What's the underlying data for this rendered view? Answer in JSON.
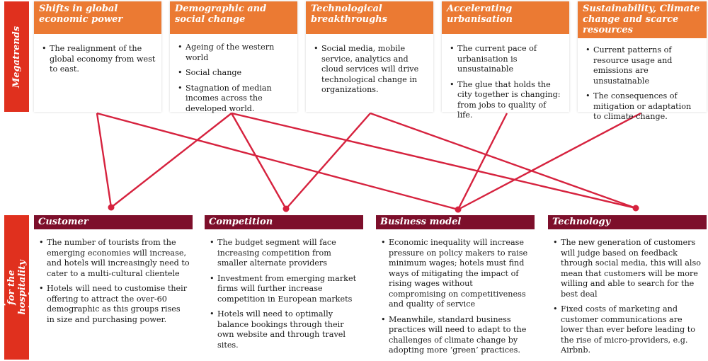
{
  "megatrends_label": "Megatrends",
  "implications_label": "Implications for the hospitality industry",
  "megatrends": [
    {
      "title": "Shifts in global economic power",
      "bullets": [
        "The realignment of the global economy from west to east."
      ]
    },
    {
      "title": "Demographic and social change",
      "bullets": [
        "Ageing of the western world",
        "Social change",
        "Stagnation of median incomes across the developed world."
      ]
    },
    {
      "title": "Technological breakthroughs",
      "bullets": [
        "Social media, mobile service, analytics and cloud services will drive technological change in organizations."
      ]
    },
    {
      "title": "Accelerating urbanisation",
      "bullets": [
        "The current pace of urbanisation is unsustainable",
        "The glue that holds the city together is changing: from jobs to quality of life."
      ]
    },
    {
      "title": "Sustainability, Climate change and scarce resources",
      "bullets": [
        "Current patterns of resource usage and emissions are unsustainable",
        "The consequences of mitigation or adaptation to climate change."
      ]
    }
  ],
  "implications": [
    {
      "title": "Customer",
      "bullets": [
        "The number of tourists from the emerging economies will increase, and hotels will increasingly need to cater to a multi-cultural clientele",
        "Hotels will need to customise their offering to attract the over-60 demographic as this groups rises in size and purchasing power."
      ]
    },
    {
      "title": "Competition",
      "bullets": [
        "The budget segment will face increasing competition from smaller alternate providers",
        "Investment from emerging market firms will further increase competition in European markets",
        "Hotels will need to optimally balance bookings through their own website and through travel sites."
      ]
    },
    {
      "title": "Business model",
      "bullets": [
        "Economic inequality will increase pressure on policy makers to raise minimum wages; hotels must find ways of mitigating the impact of rising wages without compromising on competitiveness and quality of service",
        "Meanwhile, standard business practices will need to adapt to the challenges of climate change by adopting more ‘green’ practices."
      ]
    },
    {
      "title": "Technology",
      "bullets": [
        "The new generation of customers will judge based on feedback through social media, this will also mean that customers will be more willing and able to search for the best deal",
        "Fixed costs of marketing and customer communications are lower than ever before leading to the rise of micro-providers, e.g. Airbnb."
      ]
    }
  ],
  "links": [
    {
      "from": "Shifts in global economic power",
      "to": "Customer"
    },
    {
      "from": "Shifts in global economic power",
      "to": "Business model"
    },
    {
      "from": "Demographic and social change",
      "to": "Customer"
    },
    {
      "from": "Demographic and social change",
      "to": "Competition"
    },
    {
      "from": "Demographic and social change",
      "to": "Technology"
    },
    {
      "from": "Technological breakthroughs",
      "to": "Competition"
    },
    {
      "from": "Technological breakthroughs",
      "to": "Technology"
    },
    {
      "from": "Accelerating urbanisation",
      "to": "Business model"
    },
    {
      "from": "Sustainability, Climate change and scarce resources",
      "to": "Business model"
    }
  ],
  "colors": {
    "accent_red": "#e0301e",
    "orange": "#eb7a33",
    "maroon": "#7d0f2b",
    "link": "#d6223e"
  }
}
